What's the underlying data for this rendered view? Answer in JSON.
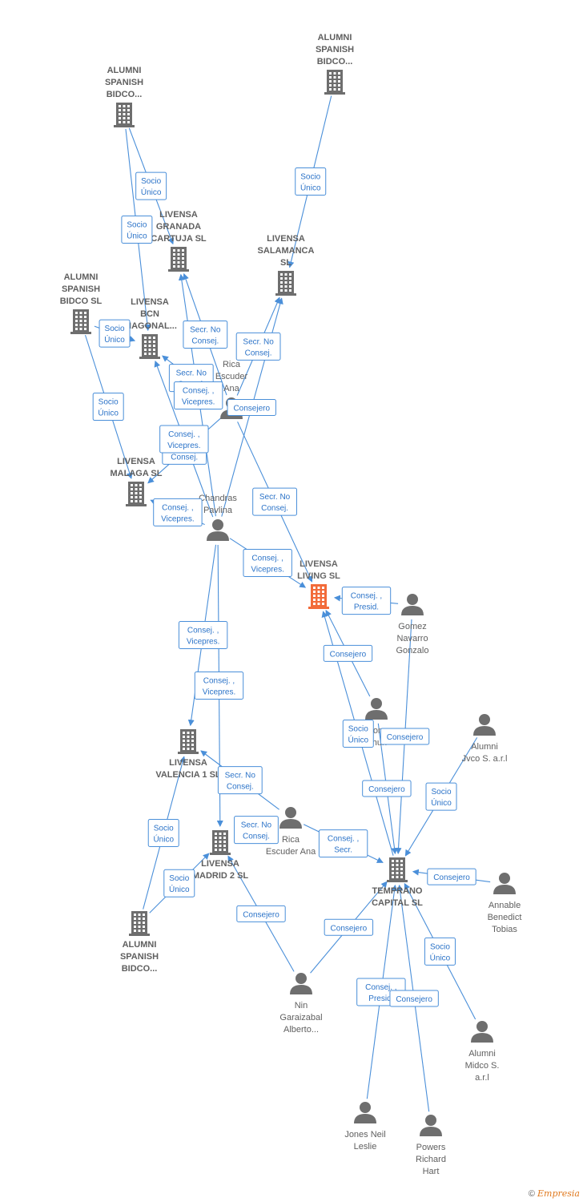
{
  "colors": {
    "edge": "#4a8fd9",
    "edge_text": "#2b73c8",
    "node": "#6e6e6e",
    "focus_company": "#f26b3a",
    "label": "#5f5f5f"
  },
  "nodes": [
    {
      "id": "alumni_top",
      "type": "company",
      "icon": "building-icon",
      "label": [
        "ALUMNI",
        "SPANISH",
        "BIDCO..."
      ]
    },
    {
      "id": "alumni_left1",
      "type": "company",
      "icon": "building-icon",
      "label": [
        "ALUMNI",
        "SPANISH",
        "BIDCO..."
      ]
    },
    {
      "id": "livensa_granada",
      "type": "company",
      "icon": "building-icon",
      "label": [
        "LIVENSA",
        "GRANADA",
        "CARTUJA SL"
      ]
    },
    {
      "id": "livensa_salamanca",
      "type": "company",
      "icon": "building-icon",
      "label": [
        "LIVENSA",
        "SALAMANCA",
        "SL"
      ]
    },
    {
      "id": "alumni_bidco_sl",
      "type": "company",
      "icon": "building-icon",
      "label": [
        "ALUMNI",
        "SPANISH",
        "BIDCO SL"
      ]
    },
    {
      "id": "livensa_bcn",
      "type": "company",
      "icon": "building-icon",
      "label": [
        "LIVENSA",
        "BCN",
        "DIAGONAL..."
      ]
    },
    {
      "id": "rica_top",
      "type": "person",
      "icon": "person-icon",
      "label": [
        "Rica",
        "Escuder",
        "Ana"
      ]
    },
    {
      "id": "livensa_malaga",
      "type": "company",
      "icon": "building-icon",
      "label": [
        "LIVENSA",
        "MALAGA SL"
      ]
    },
    {
      "id": "chandras",
      "type": "person",
      "icon": "person-icon",
      "label": [
        "Chandras",
        "Pavlina"
      ]
    },
    {
      "id": "livensa_living",
      "type": "focus",
      "icon": "building-icon",
      "label": [
        "LIVENSA",
        "LIVING SL"
      ]
    },
    {
      "id": "gomez",
      "type": "person",
      "icon": "person-icon",
      "label": [
        "Gomez",
        "Navarro",
        "Gonzalo"
      ]
    },
    {
      "id": "wong",
      "type": "person",
      "icon": "person-icon",
      "label": [
        "Wong",
        "Chun"
      ]
    },
    {
      "id": "alumni_jvco",
      "type": "person",
      "icon": "person-icon",
      "label": [
        "Alumni",
        "Jvco S. a.r.l"
      ]
    },
    {
      "id": "livensa_valencia",
      "type": "company",
      "icon": "building-icon",
      "label": [
        "LIVENSA",
        "VALENCIA 1 SL"
      ]
    },
    {
      "id": "rica_mid",
      "type": "person",
      "icon": "person-icon",
      "label": [
        "Rica",
        "Escuder Ana"
      ]
    },
    {
      "id": "livensa_madrid",
      "type": "company",
      "icon": "building-icon",
      "label": [
        "LIVENSA",
        "MADRID 2 SL"
      ]
    },
    {
      "id": "temprano",
      "type": "company",
      "icon": "building-icon",
      "label": [
        "TEMPRANO",
        "CAPITAL SL"
      ]
    },
    {
      "id": "annable",
      "type": "person",
      "icon": "person-icon",
      "label": [
        "Annable",
        "Benedict",
        "Tobias"
      ]
    },
    {
      "id": "alumni_bottom",
      "type": "company",
      "icon": "building-icon",
      "label": [
        "ALUMNI",
        "SPANISH",
        "BIDCO..."
      ]
    },
    {
      "id": "nin",
      "type": "person",
      "icon": "person-icon",
      "label": [
        "Nin",
        "Garaizabal",
        "Alberto..."
      ]
    },
    {
      "id": "alumni_midco",
      "type": "person",
      "icon": "person-icon",
      "label": [
        "Alumni",
        "Midco S.",
        "a.r.l"
      ]
    },
    {
      "id": "jones",
      "type": "person",
      "icon": "person-icon",
      "label": [
        "Jones Neil",
        "Leslie"
      ]
    },
    {
      "id": "powers",
      "type": "person",
      "icon": "person-icon",
      "label": [
        "Powers",
        "Richard",
        "Hart"
      ]
    }
  ],
  "edges": [
    {
      "from": "alumni_top",
      "to": "livensa_salamanca",
      "label": [
        "Socio",
        "Único"
      ]
    },
    {
      "from": "alumni_left1",
      "to": "livensa_granada",
      "label": [
        "Socio",
        "Único"
      ]
    },
    {
      "from": "alumni_left1",
      "to": "livensa_bcn",
      "label": [
        "Socio",
        "Único"
      ]
    },
    {
      "from": "alumni_bidco_sl",
      "to": "livensa_bcn",
      "label": [
        "Socio",
        "Único"
      ]
    },
    {
      "from": "alumni_bidco_sl",
      "to": "livensa_malaga",
      "label": [
        "Socio",
        "Único"
      ]
    },
    {
      "from": "rica_top",
      "to": "livensa_granada",
      "label": [
        "Secr. No",
        "Consej."
      ]
    },
    {
      "from": "rica_top",
      "to": "livensa_salamanca",
      "label": [
        "Secr. No",
        "Consej."
      ]
    },
    {
      "from": "rica_top",
      "to": "livensa_bcn",
      "label": [
        "Secr. No",
        "Consej."
      ]
    },
    {
      "from": "rica_top",
      "to": "livensa_malaga",
      "label": [
        "Secr. No",
        "Consej."
      ]
    },
    {
      "from": "rica_top",
      "to": "livensa_living",
      "label": [
        "Secr. No",
        "Consej."
      ]
    },
    {
      "from": "chandras",
      "to": "livensa_granada",
      "label": [
        "Consej. ,",
        "Vicepres."
      ]
    },
    {
      "from": "chandras",
      "to": "livensa_salamanca",
      "label": [
        "Consejero"
      ]
    },
    {
      "from": "chandras",
      "to": "livensa_bcn",
      "label": [
        "Consej. ,",
        "Vicepres."
      ]
    },
    {
      "from": "chandras",
      "to": "livensa_malaga",
      "label": [
        "Consej. ,",
        "Vicepres."
      ]
    },
    {
      "from": "chandras",
      "to": "livensa_living",
      "label": [
        "Consej. ,",
        "Vicepres."
      ]
    },
    {
      "from": "chandras",
      "to": "livensa_valencia",
      "label": [
        "Consej. ,",
        "Vicepres."
      ]
    },
    {
      "from": "chandras",
      "to": "livensa_madrid",
      "label": [
        "Consej. ,",
        "Vicepres."
      ]
    },
    {
      "from": "gomez",
      "to": "livensa_living",
      "label": [
        "Consej. ,",
        "Presid."
      ]
    },
    {
      "from": "wong",
      "to": "livensa_living",
      "label": [
        "Consejero"
      ]
    },
    {
      "from": "temprano",
      "to": "livensa_living",
      "label": [
        "Socio",
        "Único"
      ]
    },
    {
      "from": "gomez",
      "to": "temprano",
      "label": [
        "Consejero"
      ]
    },
    {
      "from": "wong",
      "to": "temprano",
      "label": [
        "Consejero"
      ]
    },
    {
      "from": "alumni_jvco",
      "to": "temprano",
      "label": [
        "Socio",
        "Único"
      ]
    },
    {
      "from": "rica_mid",
      "to": "livensa_valencia",
      "label": [
        "Secr. No",
        "Consej."
      ]
    },
    {
      "from": "rica_mid",
      "to": "livensa_madrid",
      "label": [
        "Secr. No",
        "Consej."
      ]
    },
    {
      "from": "rica_mid",
      "to": "temprano",
      "label": [
        "Consej. ,",
        "Secr."
      ]
    },
    {
      "from": "annable",
      "to": "temprano",
      "label": [
        "Consejero"
      ]
    },
    {
      "from": "alumni_bottom",
      "to": "livensa_valencia",
      "label": [
        "Socio",
        "Único"
      ]
    },
    {
      "from": "alumni_bottom",
      "to": "livensa_madrid",
      "label": [
        "Socio",
        "Único"
      ]
    },
    {
      "from": "nin",
      "to": "livensa_madrid",
      "label": [
        "Consejero"
      ]
    },
    {
      "from": "nin",
      "to": "temprano",
      "label": [
        "Consejero"
      ]
    },
    {
      "from": "alumni_midco",
      "to": "temprano",
      "label": [
        "Socio",
        "Único"
      ]
    },
    {
      "from": "jones",
      "to": "temprano",
      "label": [
        "Consej. ,",
        "Presid."
      ]
    },
    {
      "from": "powers",
      "to": "temprano",
      "label": [
        "Consejero"
      ]
    }
  ],
  "footer": {
    "copyright": "©",
    "brand": "Empresia"
  }
}
